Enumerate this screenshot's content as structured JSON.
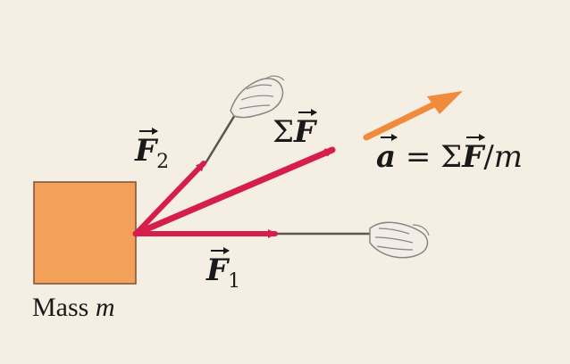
{
  "labels": {
    "force2_symbol": "F",
    "force2_subscript": "2",
    "force1_symbol": "F",
    "force1_subscript": "1",
    "net_force_sigma": "Σ",
    "net_force_symbol": "F",
    "accel_symbol": "a",
    "accel_equals": " = Σ",
    "accel_force": "F",
    "accel_divide": "/",
    "accel_mass": "m",
    "mass_text": "Mass ",
    "mass_symbol": "m"
  },
  "colors": {
    "background": "#f5eee3",
    "force_arrow": "#d61e4a",
    "accel_arrow": "#f08a3c",
    "mass_block": "#f3a15a",
    "mass_block_border": "#7a5235",
    "rope": "#5a5550",
    "text": "#1a1a1a"
  },
  "icons": {
    "hand_top": "pulling-hand-icon",
    "hand_right": "pulling-hand-icon"
  }
}
